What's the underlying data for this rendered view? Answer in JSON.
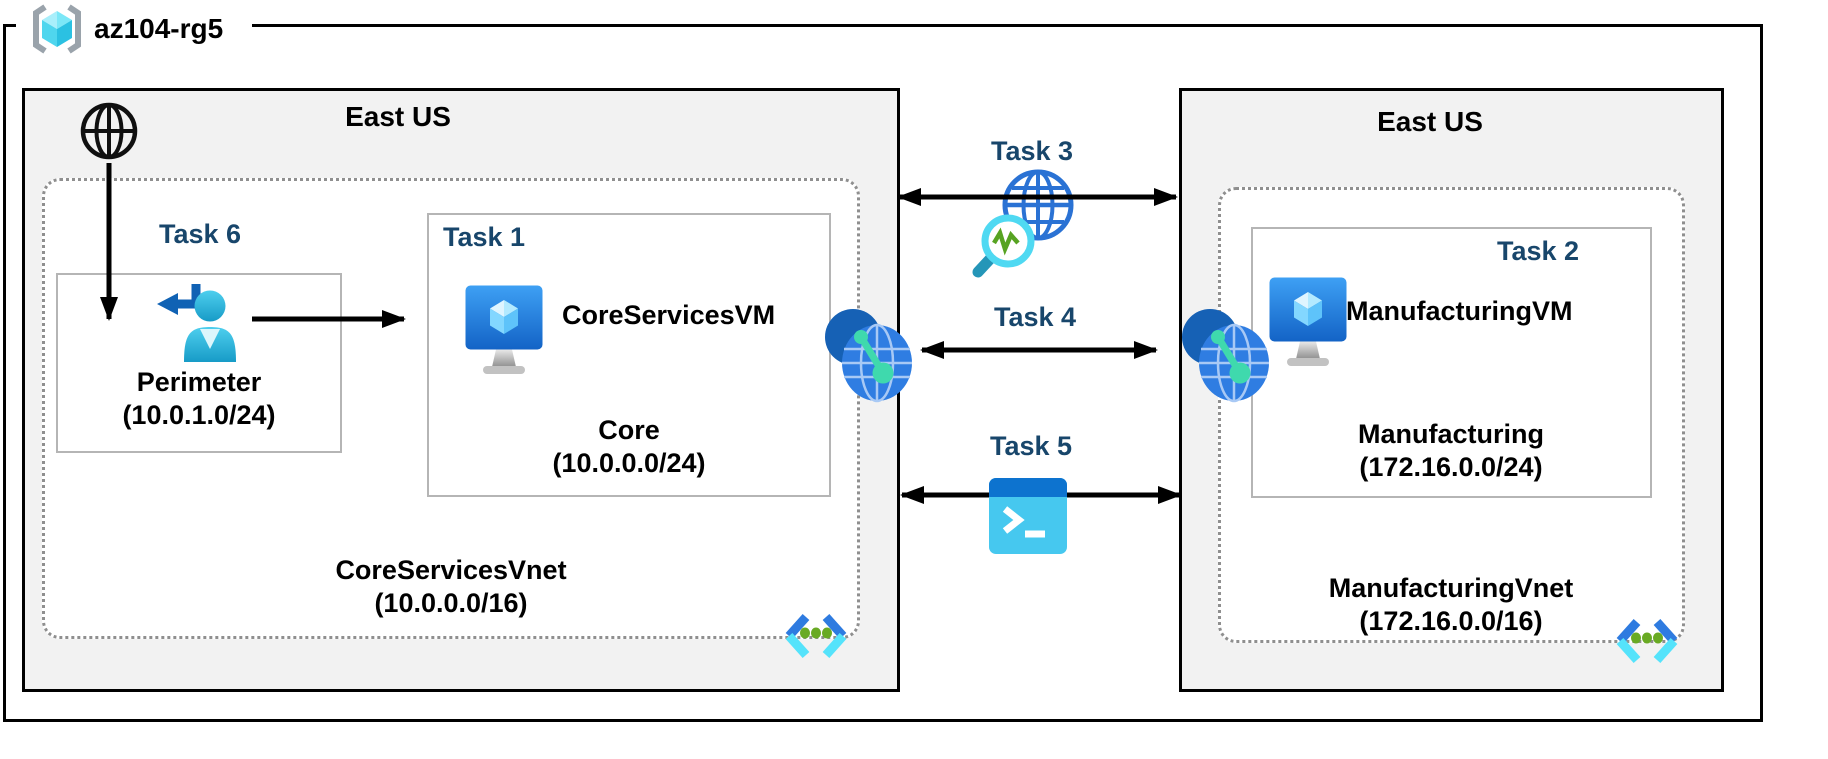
{
  "resource_group": {
    "name": "az104-rg5"
  },
  "regions": {
    "left": {
      "location": "East US",
      "vnet": {
        "name": "CoreServicesVnet",
        "cidr": "(10.0.0.0/16)"
      },
      "subnets": {
        "perimeter": {
          "task": "Task 6",
          "name": "Perimeter",
          "cidr": "(10.0.1.0/24)"
        },
        "core": {
          "task": "Task 1",
          "vm": "CoreServicesVM",
          "name": "Core",
          "cidr": "(10.0.0.0/24)"
        }
      }
    },
    "right": {
      "location": "East US",
      "vnet": {
        "name": "ManufacturingVnet",
        "cidr": "(172.16.0.0/16)"
      },
      "subnets": {
        "manufacturing": {
          "task": "Task 2",
          "vm": "ManufacturingVM",
          "name": "Manufacturing",
          "cidr": "(172.16.0.0/24)"
        }
      }
    }
  },
  "connections": {
    "task3": {
      "label": "Task 3",
      "icon": "network-watcher-icon"
    },
    "task4": {
      "label": "Task 4",
      "icon": "vnet-peering-icon"
    },
    "task5": {
      "label": "Task 5",
      "icon": "cloud-shell-icon"
    }
  },
  "icons": {
    "internet": "globe-icon",
    "resource_group": "resource-group-icon",
    "perimeter_user": "user-redirect-icon",
    "virtual_machine": "virtual-machine-icon",
    "subnet": "subnet-icon"
  },
  "colors": {
    "task_label": "#18466b",
    "region_fill": "#f2f2f2",
    "border": "#000000",
    "vnet_border": "#8f8f8f",
    "azure_blue": "#2f7de2",
    "cyan": "#50e6ff",
    "mint": "#3fd9ad",
    "dot_green": "#69aa24"
  }
}
